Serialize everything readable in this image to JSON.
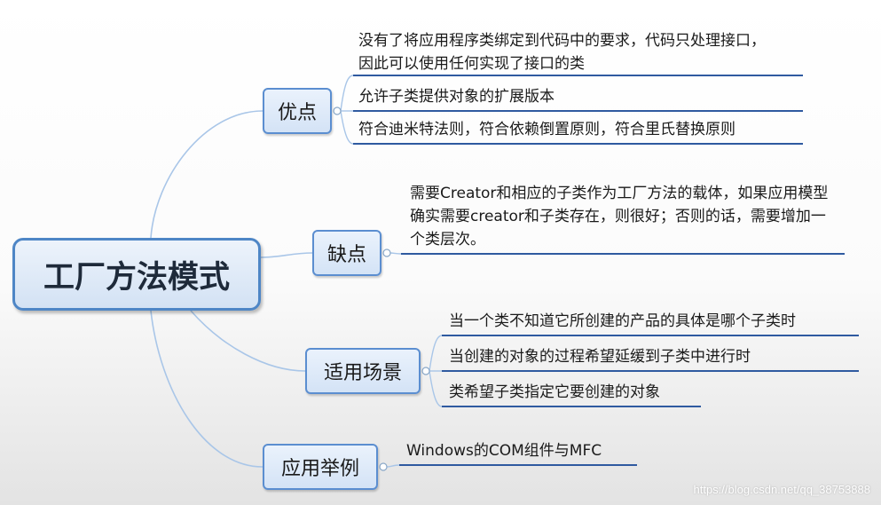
{
  "root": {
    "label": "工厂方法模式"
  },
  "branches": [
    {
      "label": "优点",
      "items": [
        "没有了将应用程序类绑定到代码中的要求，代码只处理接口，因此可以使用任何实现了接口的类",
        "允许子类提供对象的扩展版本",
        "符合迪米特法则，符合依赖倒置原则，符合里氏替换原则"
      ]
    },
    {
      "label": "缺点",
      "items": [
        "需要Creator和相应的子类作为工厂方法的载体，如果应用模型确实需要creator和子类存在，则很好；否则的话，需要增加一个类层次。"
      ]
    },
    {
      "label": "适用场景",
      "items": [
        "当一个类不知道它所创建的产品的具体是哪个子类时",
        "当创建的对象的过程希望延缓到子类中进行时",
        "类希望子类指定它要创建的对象"
      ]
    },
    {
      "label": "应用举例",
      "items": [
        "Windows的COM组件与MFC"
      ]
    }
  ],
  "watermark": "https://blog.csdn.net/qq_38753888",
  "colors": {
    "link": "#a9c6e8",
    "underline": "#2f5aa0",
    "border": "#4e86c6"
  }
}
